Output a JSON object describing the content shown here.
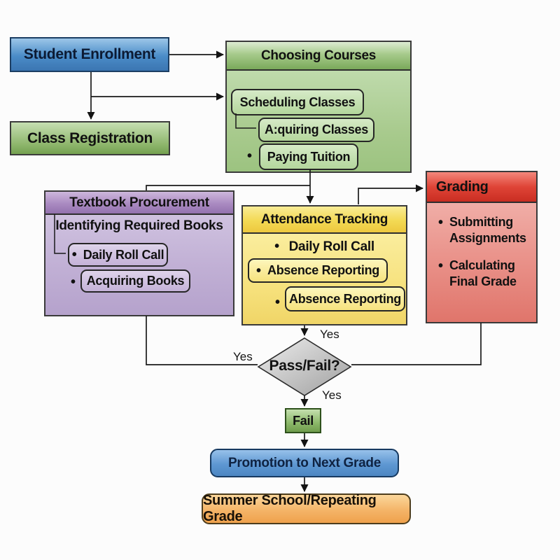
{
  "glyphs": {
    "bullet": "•"
  },
  "palette": {
    "blue": "#4a8cc8",
    "green": "#8eb66c",
    "purple": "#aa8ac1",
    "yellow": "#f3d954",
    "red": "#d7392e",
    "gray": "#bcbcbc",
    "orange": "#f4b468",
    "line": "#1a1a1a"
  },
  "nodes": {
    "student_enrollment": {
      "label": "Student Enrollment"
    },
    "class_registration": {
      "label": "Class Registration"
    },
    "choosing_courses": {
      "title": "Choosing Courses",
      "scheduling_classes": "Scheduling Classes",
      "acquiring_classes": "A:quiring Classes",
      "paying_tuition": "Paying Tuition"
    },
    "textbook_procurement": {
      "title": "Textbook Procurement",
      "identifying_required_books": "Identifying Required Books",
      "daily_roll_call": "Daily Roll Call",
      "acquiring_books": "Acquiring Books"
    },
    "attendance_tracking": {
      "title": "Attendance Tracking",
      "daily_roll_call": "Daily Roll Call",
      "absence_reporting_1": "Absence Reporting",
      "absence_reporting_2": "Absence Reporting"
    },
    "grading": {
      "title": "Grading",
      "submitting_assignments": "Submitting Assignments",
      "calculating_final_grade": "Calculating Final Grade"
    },
    "pass_fail": {
      "label": "Pass/Fail?"
    },
    "fail": {
      "label": "Fail"
    },
    "promotion": {
      "label": "Promotion to Next Grade"
    },
    "summer_school": {
      "label": "Summer School/Repeating Grade"
    }
  },
  "edge_labels": {
    "yes_top": "Yes",
    "yes_left": "Yes",
    "yes_bottom": "Yes"
  }
}
